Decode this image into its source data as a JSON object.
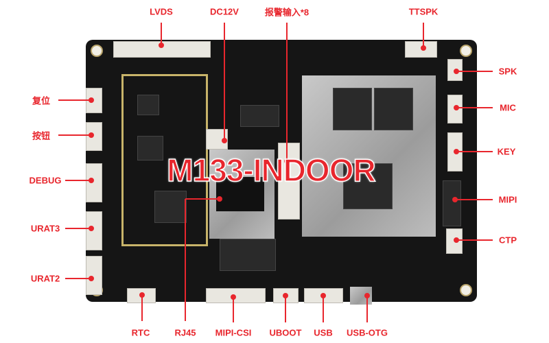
{
  "title": "M133-INDOOR",
  "accent_color": "#e8262d",
  "board_color": "#151515",
  "labels": {
    "lvds": "LVDS",
    "dc12v": "DC12V",
    "alarm": "报警输入*8",
    "ttspk": "TTSPK",
    "spk": "SPK",
    "mic": "MIC",
    "key": "KEY",
    "mipi": "MIPI",
    "ctp": "CTP",
    "reset": "复位",
    "button": "按钮",
    "debug": "DEBUG",
    "urat3": "URAT3",
    "urat2": "URAT2",
    "rtc": "RTC",
    "rj45": "RJ45",
    "mipi_csi": "MIPI-CSI",
    "uboot": "UBOOT",
    "usb": "USB",
    "usb_otg": "USB-OTG"
  }
}
